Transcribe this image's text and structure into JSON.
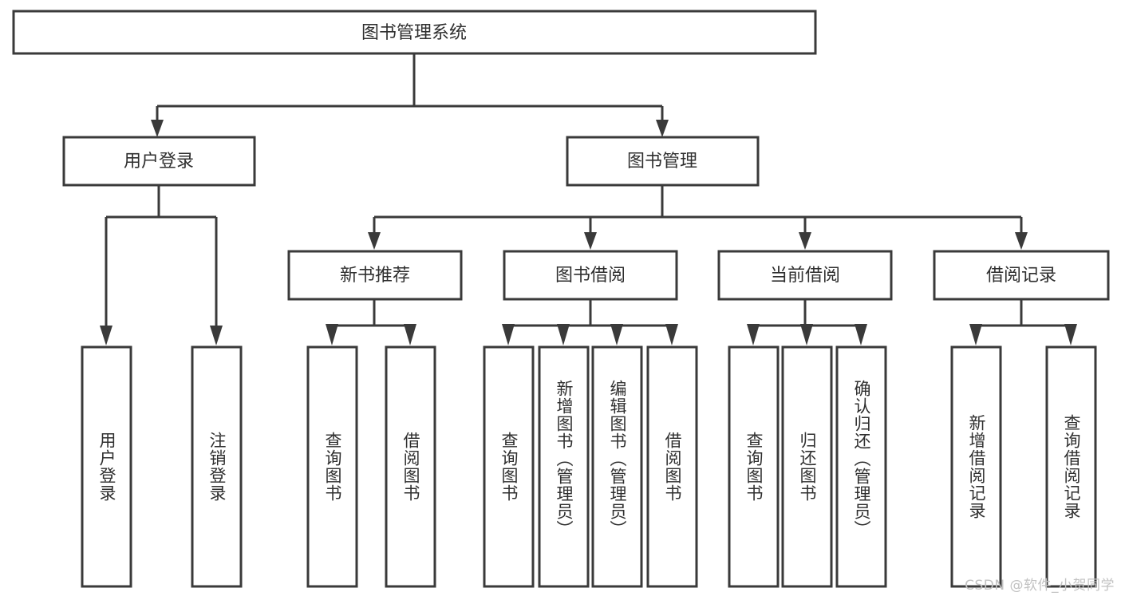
{
  "diagram": {
    "type": "tree",
    "title": "图书管理系统",
    "colors": {
      "box_stroke": "#3a3a3a",
      "box_fill": "#ffffff",
      "text": "#2f2f2f",
      "connector": "#3a3a3a",
      "background": "#ffffff",
      "watermark": "#c2c2c2"
    },
    "root": {
      "label": "图书管理系统"
    },
    "level2": [
      {
        "label": "用户登录"
      },
      {
        "label": "图书管理"
      }
    ],
    "level3": [
      {
        "label": "新书推荐"
      },
      {
        "label": "图书借阅"
      },
      {
        "label": "当前借阅"
      },
      {
        "label": "借阅记录"
      }
    ],
    "leaves": {
      "user_login": [
        {
          "label": "用户登录"
        },
        {
          "label": "注销登录"
        }
      ],
      "new_book_recommend": [
        {
          "label": "查询图书"
        },
        {
          "label": "借阅图书"
        }
      ],
      "book_borrow": [
        {
          "label": "查询图书"
        },
        {
          "label": "新增图书（管理员）"
        },
        {
          "label": "编辑图书（管理员）"
        },
        {
          "label": "借阅图书"
        }
      ],
      "current_borrow": [
        {
          "label": "查询图书"
        },
        {
          "label": "归还图书"
        },
        {
          "label": "确认归还（管理员）"
        }
      ],
      "borrow_record": [
        {
          "label": "新增借阅记录"
        },
        {
          "label": "查询借阅记录"
        }
      ]
    }
  },
  "watermark": {
    "text": "CSDN @软件_小贺同学"
  }
}
